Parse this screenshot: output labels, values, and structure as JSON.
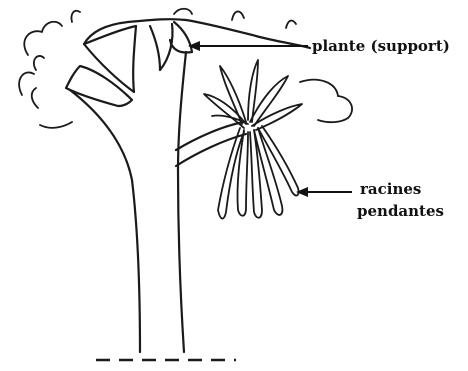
{
  "labels": {
    "support": "plante (support)",
    "roots_line1": "racines",
    "roots_line2": "pendantes"
  },
  "colors": {
    "ink": "#1a1a1a",
    "background": "#ffffff"
  }
}
